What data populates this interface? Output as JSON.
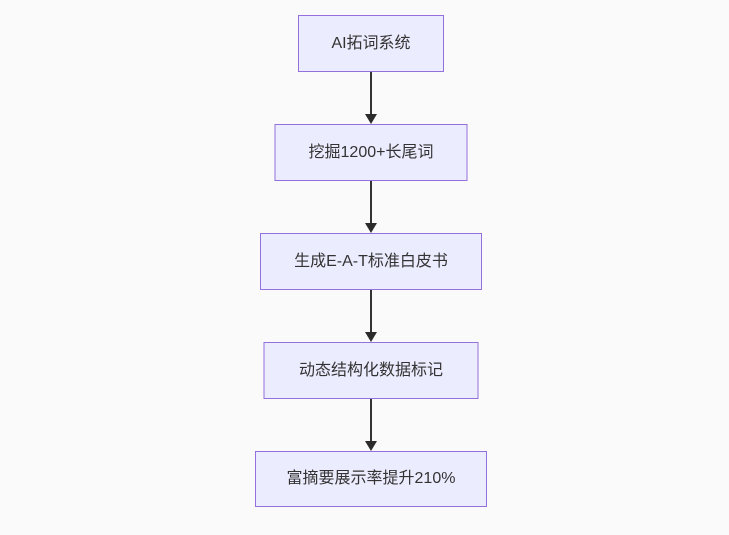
{
  "diagram": {
    "type": "flowchart",
    "direction": "top-down",
    "background_color": "#fafafa",
    "node_style": {
      "fill": "#ECECFF",
      "border": "#9370DB",
      "text_color": "#333333"
    },
    "edge_style": {
      "line_color": "#333333",
      "arrowhead": "triangle-down"
    },
    "nodes": [
      {
        "id": "A",
        "label": "AI拓词系统"
      },
      {
        "id": "B",
        "label": "挖掘1200+长尾词"
      },
      {
        "id": "C",
        "label": "生成E-A-T标准白皮书"
      },
      {
        "id": "D",
        "label": "动态结构化数据标记"
      },
      {
        "id": "E",
        "label": "富摘要展示率提升210%"
      }
    ],
    "edges": [
      {
        "from": "A",
        "to": "B"
      },
      {
        "from": "B",
        "to": "C"
      },
      {
        "from": "C",
        "to": "D"
      },
      {
        "from": "D",
        "to": "E"
      }
    ]
  }
}
